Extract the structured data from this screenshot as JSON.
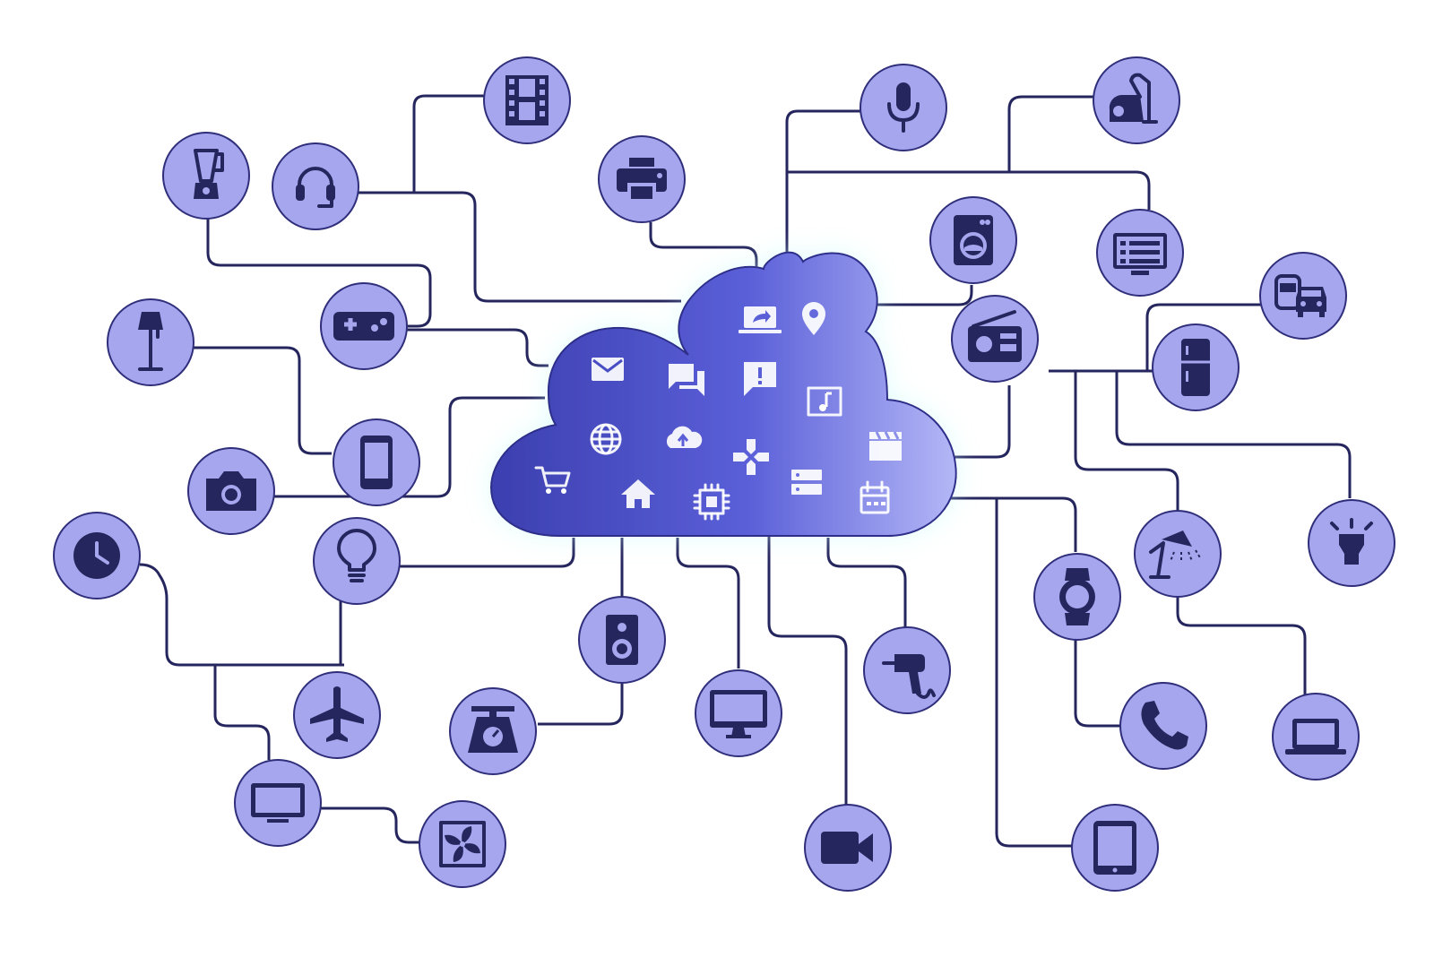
{
  "colors": {
    "node_fill": "#a6a6ef",
    "node_stroke": "#2f2e7a",
    "icon": "#26265e",
    "wire": "#26265e",
    "cloud_dark": "#3b3fb6",
    "cloud_light": "#b3b6f5"
  },
  "cloud": {
    "icons": [
      "laptop-share-icon",
      "location-pin-icon",
      "mail-icon",
      "chat-icon",
      "alert-message-icon",
      "music-icon",
      "globe-icon",
      "cloud-upload-icon",
      "gamepad-icon",
      "clapperboard-icon",
      "shopping-cart-icon",
      "home-icon",
      "chip-icon",
      "server-icon",
      "calendar-icon"
    ]
  },
  "devices": [
    "film-strip",
    "microphone",
    "vacuum-cleaner",
    "blender",
    "headset",
    "printer",
    "washing-machine",
    "monitor-list",
    "car",
    "lamp",
    "gamepad",
    "radio",
    "fridge",
    "camera",
    "smartphone",
    "clock",
    "light-bulb",
    "speaker",
    "smartwatch",
    "desk-lamp",
    "ceiling-light",
    "scale",
    "desktop",
    "drill",
    "airplane",
    "tv",
    "fan",
    "video-camera",
    "phone",
    "tablet",
    "laptop"
  ]
}
